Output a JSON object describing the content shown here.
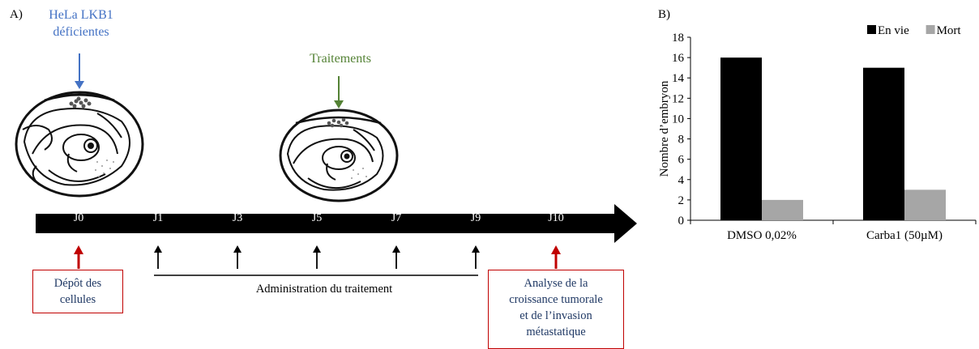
{
  "panel_a": {
    "label": "A)",
    "cells_label_line1": "HeLa LKB1",
    "cells_label_line2": "déficientes",
    "treatment_label": "Traitements",
    "timeline_days": [
      "J0",
      "J1",
      "J3",
      "J5",
      "J7",
      "J9",
      "J10"
    ],
    "administration_label": "Administration du traitement",
    "box_left": [
      "Dépôt des",
      "cellules"
    ],
    "box_right": [
      "Analyse de la",
      "croissance tumorale",
      "et de l’invasion",
      "métastatique"
    ],
    "colors": {
      "blue": "#4472c4",
      "green": "#548235",
      "red": "#c00000",
      "navy": "#1f3864"
    }
  },
  "panel_b": {
    "label": "B)"
  },
  "chart_data": {
    "type": "bar",
    "categories": [
      "DMSO 0,02%",
      "Carba1 (50µM)"
    ],
    "series": [
      {
        "name": "En vie",
        "values": [
          16,
          15
        ],
        "color": "#000000"
      },
      {
        "name": "Mort",
        "values": [
          2,
          3
        ],
        "color": "#a6a6a6"
      }
    ],
    "ylabel": "Nombre d’embryon",
    "ylim": [
      0,
      18
    ],
    "yticks": [
      0,
      2,
      4,
      6,
      8,
      10,
      12,
      14,
      16,
      18
    ],
    "grid": false,
    "legend": "top-right"
  }
}
